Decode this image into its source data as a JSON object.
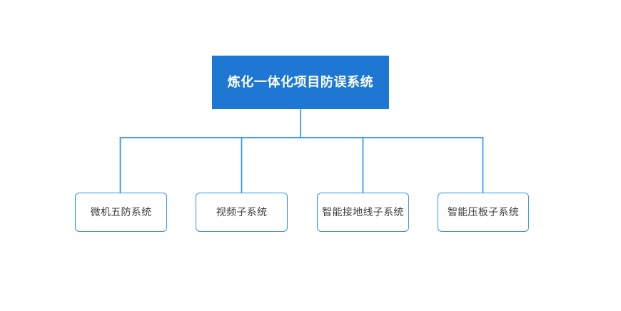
{
  "diagram": {
    "type": "organization-tree",
    "background_color": "#ffffff",
    "root": {
      "label": "炼化一体化项目防误系统",
      "fill_color": "#1e77d3",
      "text_color": "#ffffff"
    },
    "connector": {
      "color": "#2f93ef",
      "stroke_width": 1.7
    },
    "children": [
      {
        "label": "微机五防系统",
        "fill_color": "#ffffff",
        "border_color": "#2f93ef",
        "text_color": "#3b3b3b"
      },
      {
        "label": "视频子系统",
        "fill_color": "#ffffff",
        "border_color": "#2f93ef",
        "text_color": "#3b3b3b"
      },
      {
        "label": "智能接地线子系统",
        "fill_color": "#ffffff",
        "border_color": "#2f93ef",
        "text_color": "#3b3b3b"
      },
      {
        "label": "智能压板子系统",
        "fill_color": "#ffffff",
        "border_color": "#2f93ef",
        "text_color": "#3b3b3b"
      }
    ]
  }
}
